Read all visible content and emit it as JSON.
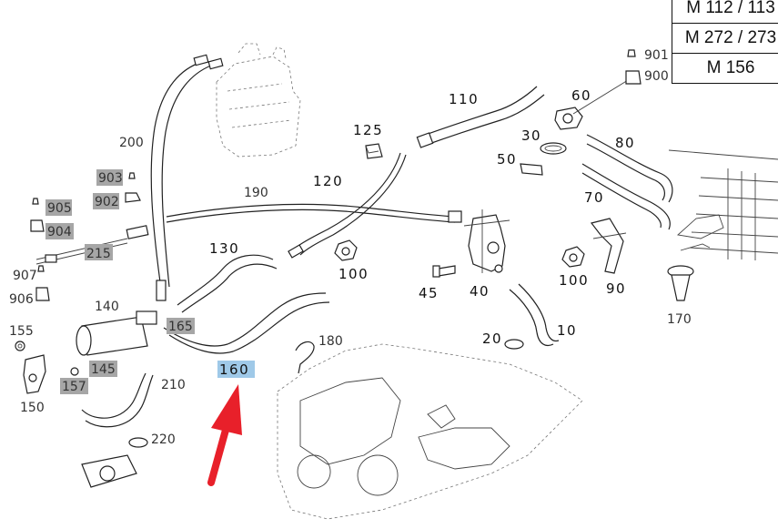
{
  "table": {
    "rows": [
      "M 112 / 113",
      "M 272 / 273",
      "M 156"
    ]
  },
  "callouts": {
    "c10": "10",
    "c20": "20",
    "c30": "30",
    "c40": "40",
    "c45": "45",
    "c50": "50",
    "c60": "60",
    "c70": "70",
    "c80": "80",
    "c90": "90",
    "c100a": "100",
    "c100b": "100",
    "c110": "110",
    "c120": "120",
    "c125": "125",
    "c130": "130",
    "c140": "140",
    "c145": "145",
    "c150": "150",
    "c155": "155",
    "c157": "157",
    "c160": "160",
    "c165": "165",
    "c170": "170",
    "c180": "180",
    "c190": "190",
    "c200": "200",
    "c210": "210",
    "c215": "215",
    "c220": "220",
    "c900": "900",
    "c901": "901",
    "c902": "902",
    "c903": "903",
    "c904": "904",
    "c905": "905",
    "c906": "906",
    "c907": "907"
  },
  "colors": {
    "highlight": "#a6a6a6",
    "selected": "#9fc9e8",
    "arrow": "#e8202a"
  }
}
